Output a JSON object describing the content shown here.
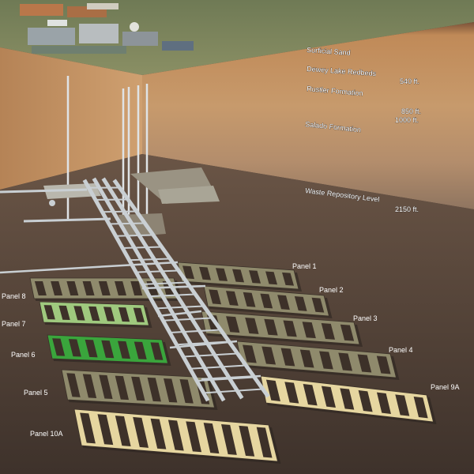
{
  "strata": {
    "surficial_sand": "Surficial Sand",
    "dewey_lake": "Dewey Lake Redbeds",
    "dewey_depth": "540 ft.",
    "rustler": "Rustler Formation",
    "rustler_depth_top": "850 ft.",
    "rustler_depth_bottom": "1000 ft.",
    "salado": "Salado Formation",
    "repository": "Waste Repository Level",
    "repository_depth": "2150 ft."
  },
  "panels": {
    "p1": "Panel 1",
    "p2": "Panel 2",
    "p3": "Panel 3",
    "p4": "Panel 4",
    "p5": "Panel 5",
    "p6": "Panel 6",
    "p7": "Panel 7",
    "p8": "Panel 8",
    "p9a": "Panel 9A",
    "p10a": "Panel 10A"
  },
  "colors": {
    "filled_bright": "#3aa53c",
    "filled_light": "#9fc97e",
    "active": "#e6d6a0",
    "standard": "#8f8a6c",
    "drift": "#c9cfd3"
  }
}
